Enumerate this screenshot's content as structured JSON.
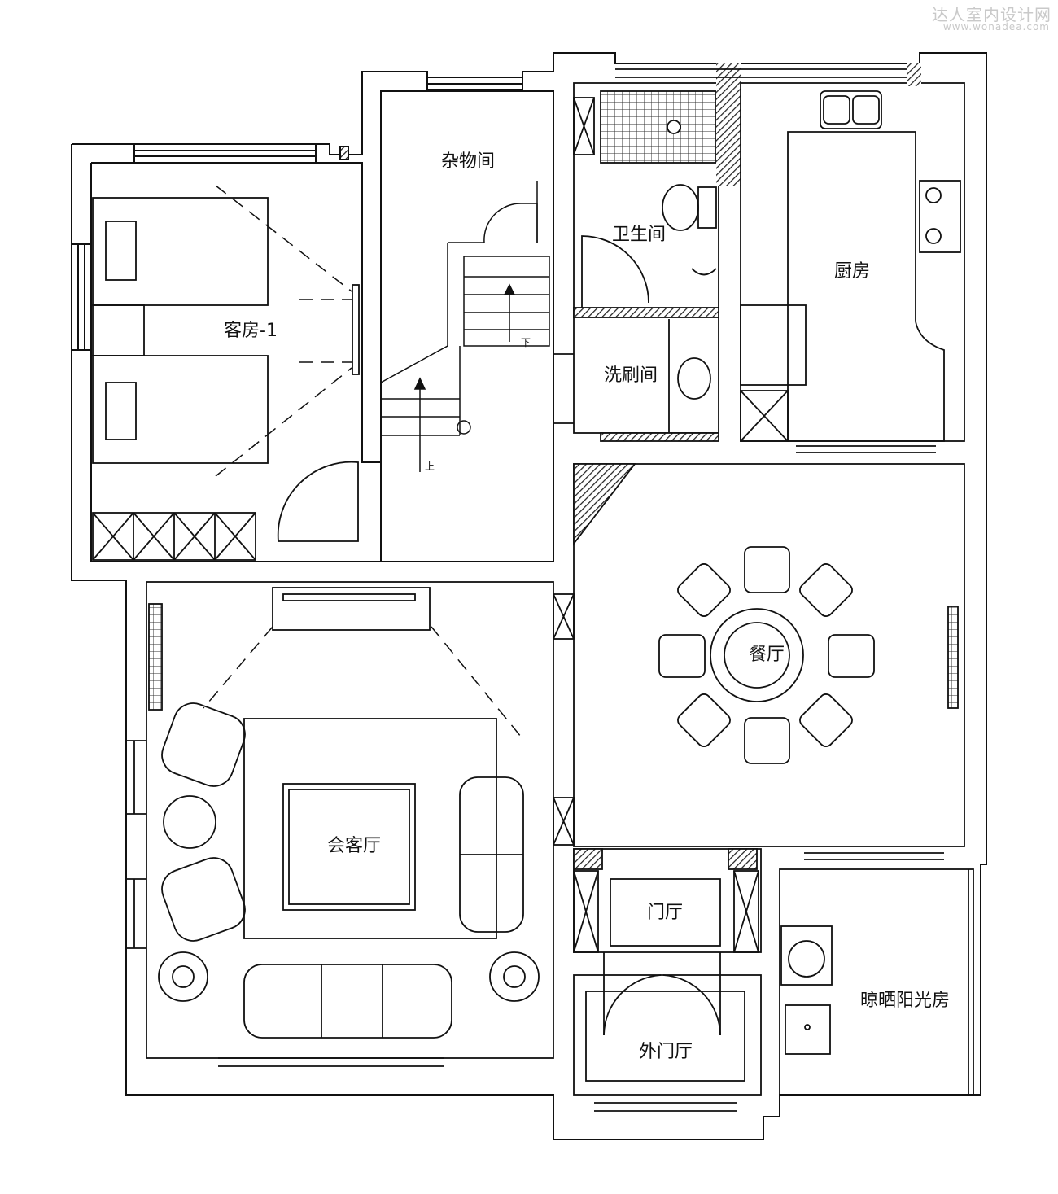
{
  "watermark": {
    "title": "达人室内设计网",
    "url": "www.wonadea.com"
  },
  "rooms": {
    "guest_room": "客房-1",
    "storage": "杂物间",
    "bathroom": "卫生间",
    "laundry": "洗刷间",
    "kitchen": "厨房",
    "dining": "餐厅",
    "living": "会客厅",
    "foyer": "门厅",
    "outer_foyer": "外门厅",
    "sunroom": "晾晒阳光房"
  },
  "stairs": {
    "up": "上",
    "down": "下"
  }
}
